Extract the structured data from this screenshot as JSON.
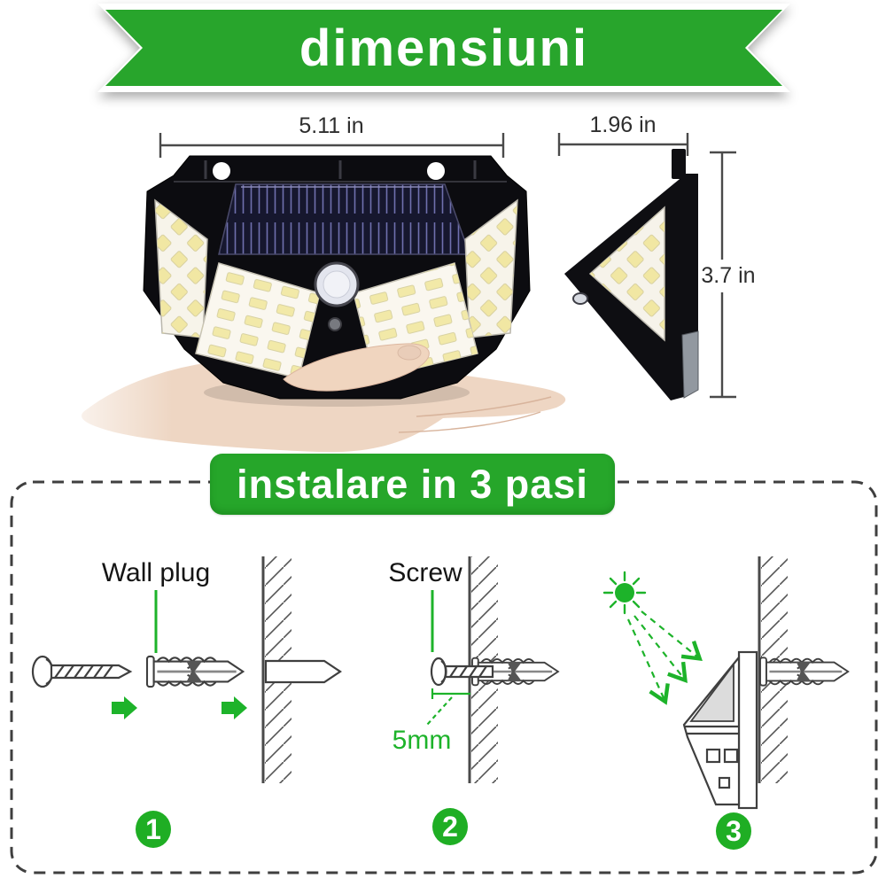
{
  "banners": {
    "dimensions": "dimensiuni",
    "install": "instalare in 3 pasi"
  },
  "dimensions": {
    "front_width": "5.11 in",
    "side_width": "1.96 in",
    "height": "3.7 in"
  },
  "install_steps": [
    {
      "number": "1",
      "label": "Wall plug"
    },
    {
      "number": "2",
      "label": "Screw",
      "screw_depth": "5mm"
    },
    {
      "number": "3"
    }
  ],
  "colors": {
    "banner_green": "#28a52c",
    "pill_green": "#26a62a",
    "accent_green": "#1db32a",
    "dash_border_gray": "#3f3f3f",
    "dimension_line_gray": "#4a4a4a",
    "solar_panel_navy": "#16172e",
    "led_yellow": "#f2e9a8",
    "skin_tone": "#eed6c3"
  }
}
